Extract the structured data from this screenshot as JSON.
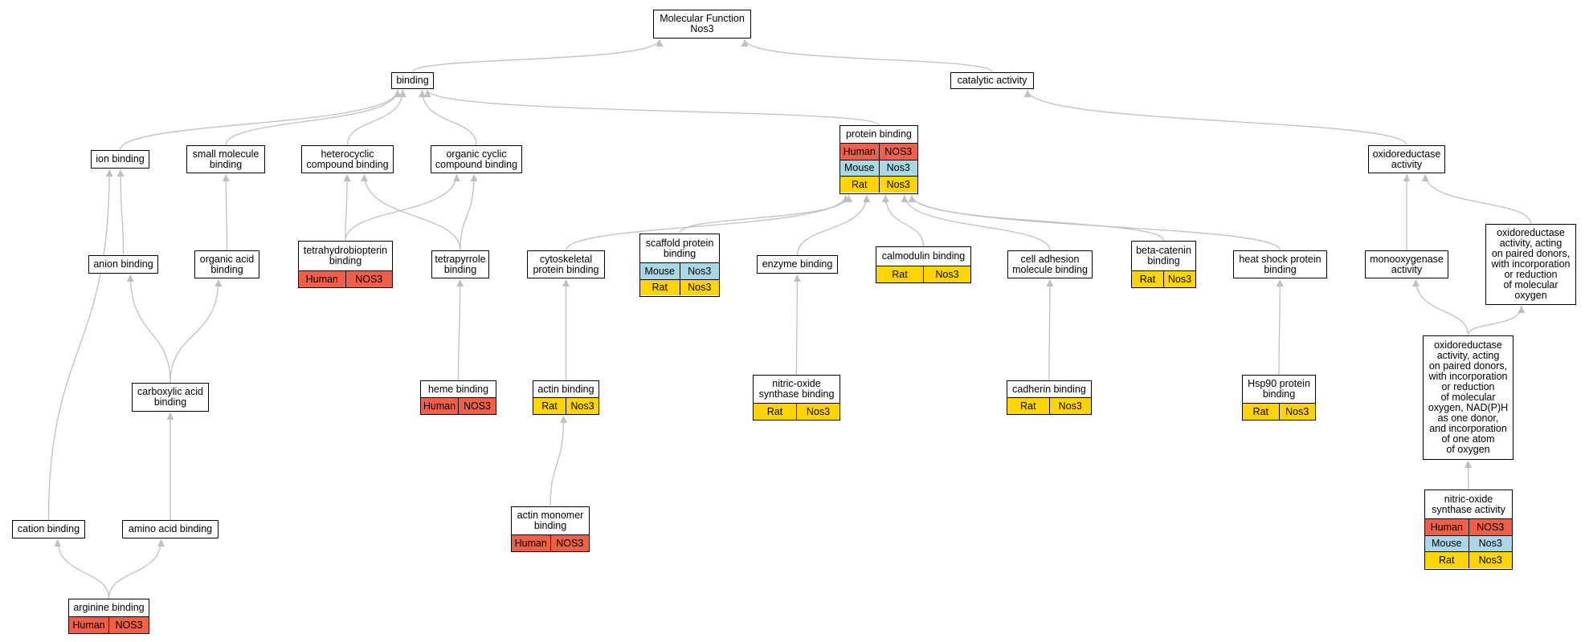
{
  "colors": {
    "human": "#f06048",
    "mouse": "#a8d8e6",
    "rat": "#ffd400",
    "edge": "#c0c0c0"
  },
  "nodes": {
    "root": {
      "label": "Molecular Function\nNos3",
      "annotations": []
    },
    "binding": {
      "label": "binding",
      "annotations": []
    },
    "catalytic_activity": {
      "label": "catalytic activity",
      "annotations": []
    },
    "ion_binding": {
      "label": "ion binding",
      "annotations": []
    },
    "small_molecule_binding": {
      "label": "small molecule\nbinding",
      "annotations": []
    },
    "heterocyclic_compound_binding": {
      "label": "heterocyclic\ncompound binding",
      "annotations": []
    },
    "organic_cyclic_compound_binding": {
      "label": "organic cyclic\ncompound binding",
      "annotations": []
    },
    "protein_binding": {
      "label": "protein binding",
      "annotations": [
        {
          "species": "Human",
          "gene": "NOS3",
          "color": "human"
        },
        {
          "species": "Mouse",
          "gene": "Nos3",
          "color": "mouse"
        },
        {
          "species": "Rat",
          "gene": "Nos3",
          "color": "rat"
        }
      ]
    },
    "oxidoreductase_activity": {
      "label": "oxidoreductase\nactivity",
      "annotations": []
    },
    "anion_binding": {
      "label": "anion binding",
      "annotations": []
    },
    "organic_acid_binding": {
      "label": "organic acid\nbinding",
      "annotations": []
    },
    "tetrahydrobiopterin_binding": {
      "label": "tetrahydrobiopterin\nbinding",
      "annotations": [
        {
          "species": "Human",
          "gene": "NOS3",
          "color": "human"
        }
      ]
    },
    "tetrapyrrole_binding": {
      "label": "tetrapyrrole\nbinding",
      "annotations": []
    },
    "cytoskeletal_protein_binding": {
      "label": "cytoskeletal\nprotein binding",
      "annotations": []
    },
    "scaffold_protein_binding": {
      "label": "scaffold protein\nbinding",
      "annotations": [
        {
          "species": "Mouse",
          "gene": "Nos3",
          "color": "mouse"
        },
        {
          "species": "Rat",
          "gene": "Nos3",
          "color": "rat"
        }
      ]
    },
    "enzyme_binding": {
      "label": "enzyme binding",
      "annotations": []
    },
    "calmodulin_binding": {
      "label": "calmodulin binding",
      "annotations": [
        {
          "species": "Rat",
          "gene": "Nos3",
          "color": "rat"
        }
      ]
    },
    "cell_adhesion_molecule_binding": {
      "label": "cell adhesion\nmolecule binding",
      "annotations": []
    },
    "beta_catenin_binding": {
      "label": "beta-catenin\nbinding",
      "annotations": [
        {
          "species": "Rat",
          "gene": "Nos3",
          "color": "rat"
        }
      ]
    },
    "heat_shock_protein_binding": {
      "label": "heat shock protein\nbinding",
      "annotations": []
    },
    "monooxygenase_activity": {
      "label": "monooxygenase\nactivity",
      "annotations": []
    },
    "oxidoreductase_paired_donors": {
      "label": "oxidoreductase\nactivity, acting\non paired donors,\nwith incorporation\nor reduction\nof molecular\noxygen",
      "annotations": []
    },
    "carboxylic_acid_binding": {
      "label": "carboxylic acid\nbinding",
      "annotations": []
    },
    "heme_binding": {
      "label": "heme binding",
      "annotations": [
        {
          "species": "Human",
          "gene": "NOS3",
          "color": "human"
        }
      ]
    },
    "actin_binding": {
      "label": "actin binding",
      "annotations": [
        {
          "species": "Rat",
          "gene": "Nos3",
          "color": "rat"
        }
      ]
    },
    "nitric_oxide_synthase_binding": {
      "label": "nitric-oxide\nsynthase binding",
      "annotations": [
        {
          "species": "Rat",
          "gene": "Nos3",
          "color": "rat"
        }
      ]
    },
    "cadherin_binding": {
      "label": "cadherin binding",
      "annotations": [
        {
          "species": "Rat",
          "gene": "Nos3",
          "color": "rat"
        }
      ]
    },
    "hsp90_protein_binding": {
      "label": "Hsp90 protein\nbinding",
      "annotations": [
        {
          "species": "Rat",
          "gene": "Nos3",
          "color": "rat"
        }
      ]
    },
    "oxidoreductase_nadph": {
      "label": "oxidoreductase\nactivity, acting\non paired donors,\nwith incorporation\nor reduction\nof molecular\noxygen, NAD(P)H\nas one donor,\nand incorporation\nof one atom\nof oxygen",
      "annotations": []
    },
    "cation_binding": {
      "label": "cation binding",
      "annotations": []
    },
    "amino_acid_binding": {
      "label": "amino acid binding",
      "annotations": []
    },
    "actin_monomer_binding": {
      "label": "actin monomer\nbinding",
      "annotations": [
        {
          "species": "Human",
          "gene": "NOS3",
          "color": "human"
        }
      ]
    },
    "nitric_oxide_synthase_activity": {
      "label": "nitric-oxide\nsynthase activity",
      "annotations": [
        {
          "species": "Human",
          "gene": "NOS3",
          "color": "human"
        },
        {
          "species": "Mouse",
          "gene": "Nos3",
          "color": "mouse"
        },
        {
          "species": "Rat",
          "gene": "Nos3",
          "color": "rat"
        }
      ]
    },
    "arginine_binding": {
      "label": "arginine binding",
      "annotations": [
        {
          "species": "Human",
          "gene": "NOS3",
          "color": "human"
        }
      ]
    }
  },
  "edges": [
    [
      "binding",
      "root"
    ],
    [
      "catalytic_activity",
      "root"
    ],
    [
      "ion_binding",
      "binding"
    ],
    [
      "small_molecule_binding",
      "binding"
    ],
    [
      "heterocyclic_compound_binding",
      "binding"
    ],
    [
      "organic_cyclic_compound_binding",
      "binding"
    ],
    [
      "protein_binding",
      "binding"
    ],
    [
      "oxidoreductase_activity",
      "catalytic_activity"
    ],
    [
      "anion_binding",
      "ion_binding"
    ],
    [
      "cation_binding",
      "ion_binding"
    ],
    [
      "organic_acid_binding",
      "small_molecule_binding"
    ],
    [
      "tetrahydrobiopterin_binding",
      "heterocyclic_compound_binding"
    ],
    [
      "tetrahydrobiopterin_binding",
      "organic_cyclic_compound_binding"
    ],
    [
      "tetrapyrrole_binding",
      "heterocyclic_compound_binding"
    ],
    [
      "tetrapyrrole_binding",
      "organic_cyclic_compound_binding"
    ],
    [
      "cytoskeletal_protein_binding",
      "protein_binding"
    ],
    [
      "scaffold_protein_binding",
      "protein_binding"
    ],
    [
      "enzyme_binding",
      "protein_binding"
    ],
    [
      "calmodulin_binding",
      "protein_binding"
    ],
    [
      "cell_adhesion_molecule_binding",
      "protein_binding"
    ],
    [
      "beta_catenin_binding",
      "protein_binding"
    ],
    [
      "heat_shock_protein_binding",
      "protein_binding"
    ],
    [
      "monooxygenase_activity",
      "oxidoreductase_activity"
    ],
    [
      "oxidoreductase_paired_donors",
      "oxidoreductase_activity"
    ],
    [
      "carboxylic_acid_binding",
      "anion_binding"
    ],
    [
      "carboxylic_acid_binding",
      "organic_acid_binding"
    ],
    [
      "heme_binding",
      "tetrapyrrole_binding"
    ],
    [
      "actin_binding",
      "cytoskeletal_protein_binding"
    ],
    [
      "nitric_oxide_synthase_binding",
      "enzyme_binding"
    ],
    [
      "cadherin_binding",
      "cell_adhesion_molecule_binding"
    ],
    [
      "hsp90_protein_binding",
      "heat_shock_protein_binding"
    ],
    [
      "oxidoreductase_nadph",
      "monooxygenase_activity"
    ],
    [
      "oxidoreductase_nadph",
      "oxidoreductase_paired_donors"
    ],
    [
      "amino_acid_binding",
      "carboxylic_acid_binding"
    ],
    [
      "actin_monomer_binding",
      "actin_binding"
    ],
    [
      "nitric_oxide_synthase_activity",
      "oxidoreductase_nadph"
    ],
    [
      "arginine_binding",
      "cation_binding"
    ],
    [
      "arginine_binding",
      "amino_acid_binding"
    ]
  ]
}
